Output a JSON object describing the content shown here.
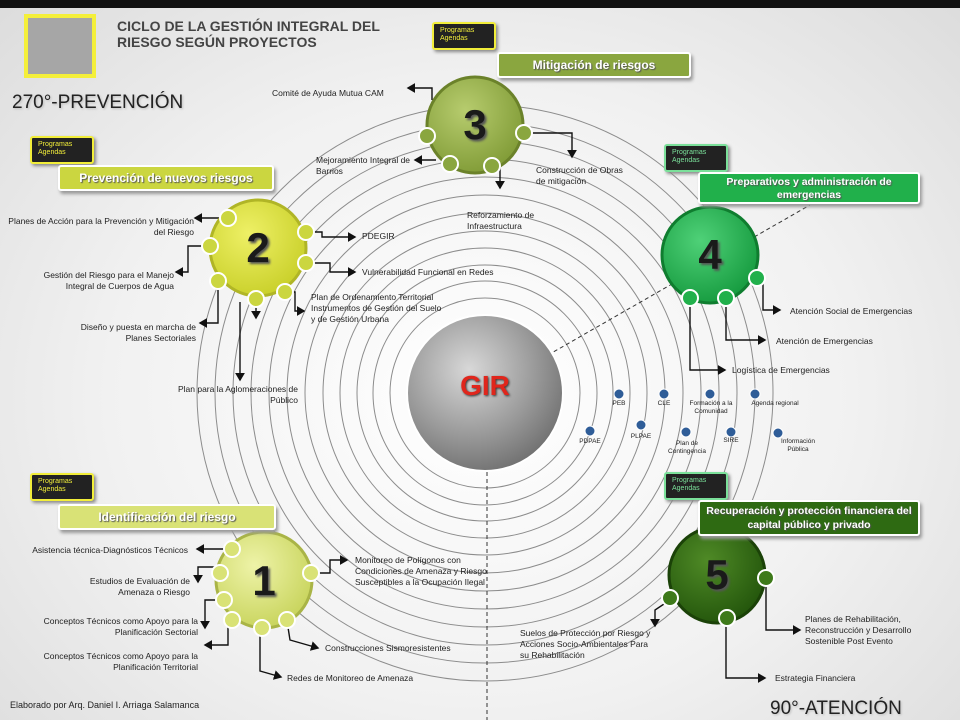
{
  "title": "CICLO DE LA GESTIÓN INTEGRAL DEL RIESGO SEGÚN PROYECTOS",
  "quadrants": {
    "prevention": "270°-PREVENCIÓN",
    "attention": "90°-ATENCIÓN"
  },
  "badge_text": "Programas Agendas",
  "center": "GIR",
  "colors": {
    "dark_green": "#2e6a12",
    "mid_green": "#8aa63f",
    "bright_green": "#21b04b",
    "yellow_green": "#cbd640",
    "pale_green": "#d9e276",
    "red": "#e0261c"
  },
  "phases": [
    {
      "number": "1",
      "banner": "Identificación del riesgo",
      "labels": [
        "Asistencia técnica-Diagnósticos Técnicos",
        "Estudios de Evaluación de Amenaza o Riesgo",
        "Conceptos Técnicos como Apoyo para la Planificación Sectorial",
        "Conceptos Técnicos como Apoyo para la Planificación Territorial",
        "Monitoreo de Polígonos con Condiciones de Amenaza y Riesgo Susceptibles a la Ocupación Ilegal",
        "Construcciones Sismoresistentes",
        "Redes de Monitoreo de Amenaza"
      ]
    },
    {
      "number": "2",
      "banner": "Prevención de nuevos riesgos",
      "labels": [
        "Planes de Acción para la Prevención y Mitigación del Riesgo",
        "Gestión del Riesgo para el Manejo Integral de Cuerpos de Agua",
        "Diseño y puesta en marcha de Planes Sectoriales",
        "Plan para la Aglomeraciones de Público",
        "PDEGIR",
        "Vulnerabilidad Funcional en Redes",
        "Plan de Ordenamiento Territorial Instrumentos de Gestión del Suelo y de Gestión Urbana"
      ]
    },
    {
      "number": "3",
      "banner": "Mitigación de riesgos",
      "labels": [
        "Comité de Ayuda Mutua CAM",
        "Mejoramiento Integral de Barrios",
        "Construcción de Obras de mitigación",
        "Reforzamiento de Infraestructura"
      ]
    },
    {
      "number": "4",
      "banner": "Preparativos y administración de emergencias",
      "labels": [
        "Atención Social de Emergencias",
        "Atención de Emergencias",
        "Logística de Emergencias"
      ]
    },
    {
      "number": "5",
      "banner": "Recuperación y protección financiera del capital público y privado",
      "labels": [
        "Planes de Rehabilitación, Reconstrucción y Desarrollo Sostenible Post Evento",
        "Estrategia Financiera",
        "Suelos de Protección por Riesgo y Acciones Socio-Ambientales Para su Rehabilitación"
      ]
    }
  ],
  "small_nodes": [
    "PEB",
    "CLE",
    "Formación a la Comunidad",
    "Agenda regional",
    "PDPAE",
    "PLPAE",
    "Plan de Contingencia",
    "SIRE",
    "Información Pública"
  ],
  "credit": "Elaborado por Arq. Daniel I. Arriaga Salamanca"
}
